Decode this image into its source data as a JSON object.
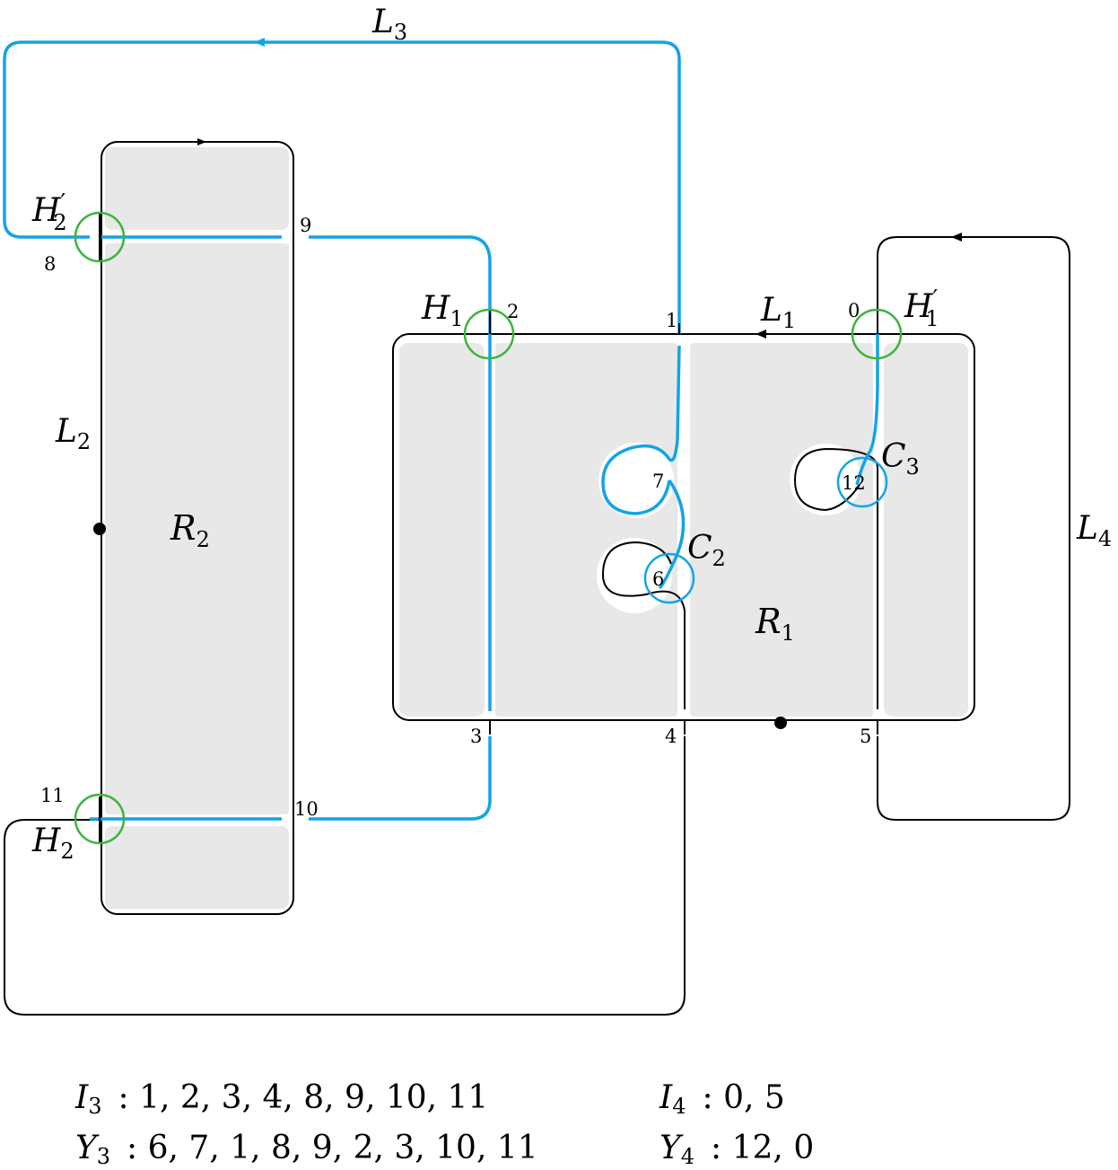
{
  "colors": {
    "region_fill": "#e8e8e8",
    "link_black": "#000000",
    "link_blue": "#12a4e8",
    "handle_green": "#3cb43c"
  },
  "curves": {
    "L1": {
      "letter": "L",
      "sub": "1"
    },
    "L2": {
      "letter": "L",
      "sub": "2"
    },
    "L3": {
      "letter": "L",
      "sub": "3"
    },
    "L4": {
      "letter": "L",
      "sub": "4"
    }
  },
  "regions": {
    "R1": {
      "letter": "R",
      "sub": "1"
    },
    "R2": {
      "letter": "R",
      "sub": "2"
    }
  },
  "handles": {
    "H1": {
      "letter": "H",
      "sub": "1",
      "prime": ""
    },
    "H1p": {
      "letter": "H",
      "sub": "1",
      "prime": "′"
    },
    "H2": {
      "letter": "H",
      "sub": "2",
      "prime": ""
    },
    "H2p": {
      "letter": "H",
      "sub": "2",
      "prime": "′"
    }
  },
  "loops": {
    "C2": {
      "letter": "C",
      "sub": "2"
    },
    "C3": {
      "letter": "C",
      "sub": "3"
    }
  },
  "crossing_labels": {
    "n0": "0",
    "n1": "1",
    "n2": "2",
    "n3": "3",
    "n4": "4",
    "n5": "5",
    "n6": "6",
    "n7": "7",
    "n8": "8",
    "n9": "9",
    "n10": "10",
    "n11": "11",
    "n12": "12"
  },
  "legend": {
    "I3": {
      "letter": "I",
      "sub": "3",
      "values": ": 1, 2, 3, 4, 8, 9, 10, 11"
    },
    "Y3": {
      "letter": "Y",
      "sub": "3",
      "values": ": 6, 7, 1, 8, 9, 2, 3, 10, 11"
    },
    "I4": {
      "letter": "I",
      "sub": "4",
      "values": ": 0, 5"
    },
    "Y4": {
      "letter": "Y",
      "sub": "4",
      "values": ": 12, 0"
    }
  }
}
